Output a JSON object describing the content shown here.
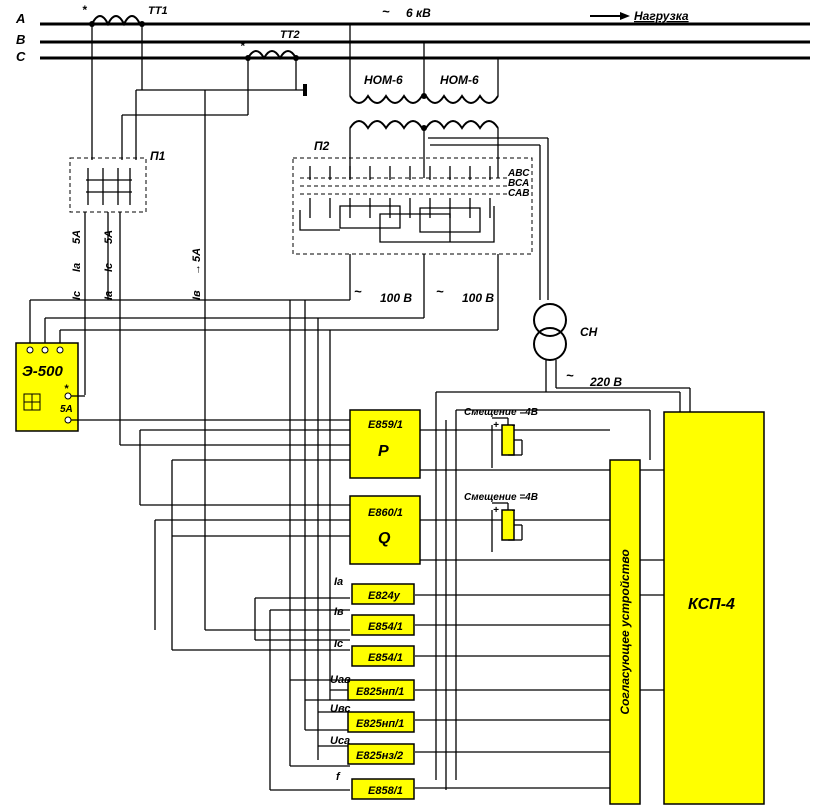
{
  "bus": {
    "a": "A",
    "b": "B",
    "c": "C",
    "voltage": "6 кВ",
    "load": "Нагрузка"
  },
  "ct": {
    "t1": "ТТ1",
    "t2": "ТТ2",
    "star": "*"
  },
  "vt": {
    "left": "НОМ-6",
    "right": "НОМ-6"
  },
  "switches": {
    "p1": "П1",
    "p2": "П2",
    "abc": "АВС",
    "bca": "ВСА",
    "cab": "САВ"
  },
  "currents": {
    "ic": "Ic",
    "ia": "Ia",
    "a5": "5А",
    "iv": "Iв",
    "arrow_down": "↓",
    "arrow_right": "→"
  },
  "voltages": {
    "v100": "100 В",
    "v220": "220 В",
    "tilde": "~"
  },
  "aux": {
    "sn": "СН",
    "bias": "Смещение =4В",
    "plus": "+",
    "minus": "-"
  },
  "meter": {
    "name": "Э-500",
    "amp": "5А",
    "star": "*"
  },
  "transducers": [
    {
      "model": "Е859/1",
      "symbol": "Р"
    },
    {
      "model": "Е860/1",
      "symbol": "Q"
    },
    {
      "model": "Е824у",
      "label": "Ia"
    },
    {
      "model": "Е854/1",
      "label": "Iв"
    },
    {
      "model": "Е854/1",
      "label": "Ic"
    },
    {
      "model": "Е825нп/1",
      "label": "Uав"
    },
    {
      "model": "Е825нп/1",
      "label": "Uвс"
    },
    {
      "model": "Е825нз/2",
      "label": "Uса"
    },
    {
      "model": "Е858/1",
      "label": "f"
    }
  ],
  "matching_device": "Согласующее устройство",
  "ksp": "КСП-4"
}
